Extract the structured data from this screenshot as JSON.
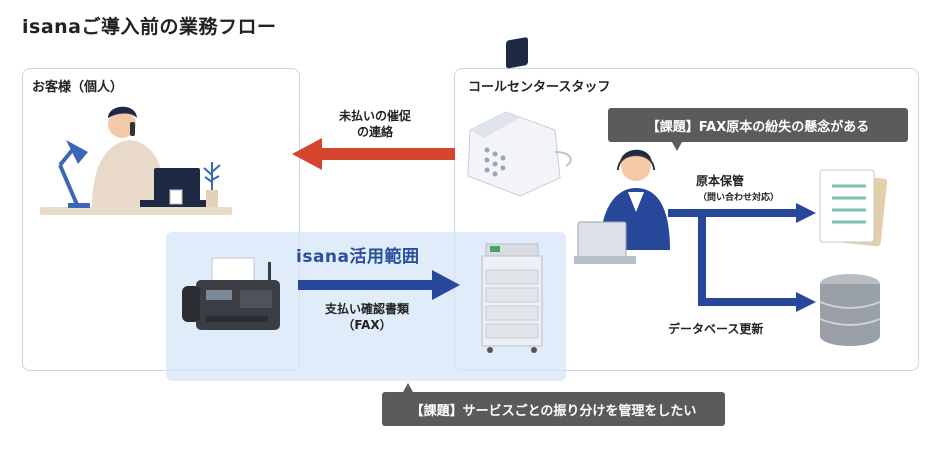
{
  "title": "isanaご導入前の業務フロー",
  "customer_panel": {
    "label": "お客様（個人）"
  },
  "staff_panel": {
    "label": "コールセンタースタッフ"
  },
  "scope": {
    "label": "isana活用範囲"
  },
  "flows": {
    "remind": {
      "line1": "未払いの催促",
      "line2": "の連絡"
    },
    "fax": {
      "line1": "支払い確認書類",
      "line2": "（FAX）"
    },
    "keep": {
      "label": "原本保管",
      "sublabel": "（問い合わせ対応）"
    },
    "db": {
      "label": "データベース更新"
    }
  },
  "issues": {
    "top": "【課題】FAX原本の紛失の懸念がある",
    "bottom": "【課題】サービスごとの振り分けを管理をしたい"
  },
  "colors": {
    "red_arrow": "#d6462e",
    "blue_arrow": "#27479a",
    "scope": "#d4e5f7",
    "panel_border": "#c9d6e6",
    "callout": "#5b5b5b"
  }
}
